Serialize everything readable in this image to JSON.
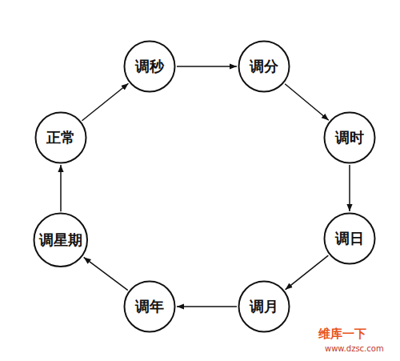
{
  "diagram": {
    "nodes": [
      {
        "text": [
          "调秒"
        ]
      },
      {
        "text": [
          "调分"
        ]
      },
      {
        "text": [
          "调时"
        ]
      },
      {
        "text": [
          "调日"
        ]
      },
      {
        "text": [
          "调月"
        ]
      },
      {
        "text": [
          "调年"
        ]
      },
      {
        "text": [
          "调星期"
        ]
      },
      {
        "text": [
          "正常"
        ]
      }
    ],
    "edges": [
      {
        "from": 0,
        "to": 1,
        "arrow": "to"
      },
      {
        "from": 1,
        "to": 2,
        "arrow": "to"
      },
      {
        "from": 2,
        "to": 3,
        "arrow": "to"
      },
      {
        "from": 3,
        "to": 4,
        "arrow": "to"
      },
      {
        "from": 4,
        "to": 5,
        "arrow": "to"
      },
      {
        "from": 5,
        "to": 6,
        "arrow": "to"
      },
      {
        "from": 6,
        "to": 7,
        "arrow": "to"
      },
      {
        "from": 7,
        "to": 0,
        "arrow": "to"
      }
    ],
    "labels": [
      "维库一下",
      "www.dzsc.com"
    ]
  }
}
